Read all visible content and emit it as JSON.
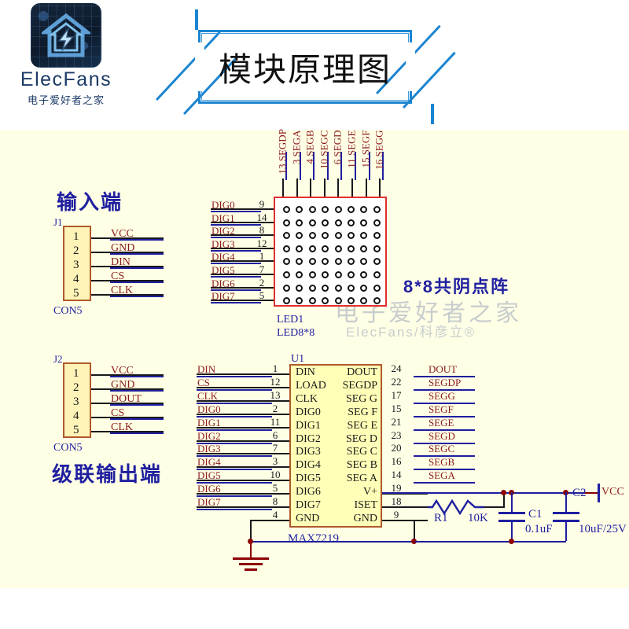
{
  "header": {
    "logo": {
      "icon": "elecfans-house-logo",
      "name": "ElecFans",
      "subtitle": "电子爱好者之家"
    },
    "title": "模块原理图"
  },
  "watermark": {
    "line1": "电子爱好者之家",
    "line2": "ElecFans/科彦立®"
  },
  "connectors": [
    {
      "id": "J1",
      "heading": "输入端",
      "designator": "J1",
      "footprint": "CON5",
      "pins": [
        {
          "num": "1",
          "label": "VCC"
        },
        {
          "num": "2",
          "label": "GND"
        },
        {
          "num": "3",
          "label": "DIN"
        },
        {
          "num": "4",
          "label": "CS"
        },
        {
          "num": "5",
          "label": "CLK"
        }
      ]
    },
    {
      "id": "J2",
      "heading": "级联输出端",
      "designator": "J2",
      "footprint": "CON5",
      "pins": [
        {
          "num": "1",
          "label": "VCC"
        },
        {
          "num": "2",
          "label": "GND"
        },
        {
          "num": "3",
          "label": "DOUT"
        },
        {
          "num": "4",
          "label": "CS"
        },
        {
          "num": "5",
          "label": "CLK"
        }
      ]
    }
  ],
  "led_matrix": {
    "designator": "LED1",
    "part": "LED8*8",
    "caption": "8*8共阴点阵",
    "rows": 8,
    "cols": 8,
    "top_pins": [
      {
        "num": "13",
        "label": "SEGDP"
      },
      {
        "num": "3",
        "label": "SEGA"
      },
      {
        "num": "4",
        "label": "SEGB"
      },
      {
        "num": "10",
        "label": "SEGC"
      },
      {
        "num": "6",
        "label": "SEGD"
      },
      {
        "num": "11",
        "label": "SEGE"
      },
      {
        "num": "15",
        "label": "SEGF"
      },
      {
        "num": "16",
        "label": "SEGG"
      }
    ],
    "left_pins": [
      {
        "label": "DIG0",
        "num": "9"
      },
      {
        "label": "DIG1",
        "num": "14"
      },
      {
        "label": "DIG2",
        "num": "8"
      },
      {
        "label": "DIG3",
        "num": "12"
      },
      {
        "label": "DIG4",
        "num": "1"
      },
      {
        "label": "DIG5",
        "num": "7"
      },
      {
        "label": "DIG6",
        "num": "2"
      },
      {
        "label": "DIG7",
        "num": "5"
      }
    ]
  },
  "ic": {
    "designator": "U1",
    "part": "MAX7219",
    "left_pins": [
      {
        "net": "DIN",
        "num": "1",
        "name": "DIN"
      },
      {
        "net": "CS",
        "num": "12",
        "name": "LOAD"
      },
      {
        "net": "CLK",
        "num": "13",
        "name": "CLK"
      },
      {
        "net": "DIG0",
        "num": "2",
        "name": "DIG0"
      },
      {
        "net": "DIG1",
        "num": "11",
        "name": "DIG1"
      },
      {
        "net": "DIG2",
        "num": "6",
        "name": "DIG2"
      },
      {
        "net": "DIG3",
        "num": "7",
        "name": "DIG3"
      },
      {
        "net": "DIG4",
        "num": "3",
        "name": "DIG4"
      },
      {
        "net": "DIG5",
        "num": "10",
        "name": "DIG5"
      },
      {
        "net": "DIG6",
        "num": "5",
        "name": "DIG6"
      },
      {
        "net": "DIG7",
        "num": "8",
        "name": "DIG7"
      },
      {
        "net": "",
        "num": "4",
        "name": "GND"
      }
    ],
    "right_pins": [
      {
        "name": "DOUT",
        "num": "24",
        "net": "DOUT"
      },
      {
        "name": "SEGDP",
        "num": "22",
        "net": "SEGDP"
      },
      {
        "name": "SEG G",
        "num": "17",
        "net": "SEGG"
      },
      {
        "name": "SEG F",
        "num": "15",
        "net": "SEGF"
      },
      {
        "name": "SEG E",
        "num": "21",
        "net": "SEGE"
      },
      {
        "name": "SEG D",
        "num": "23",
        "net": "SEGD"
      },
      {
        "name": "SEG C",
        "num": "20",
        "net": "SEGC"
      },
      {
        "name": "SEG B",
        "num": "16",
        "net": "SEGB"
      },
      {
        "name": "SEG A",
        "num": "14",
        "net": "SEGA"
      },
      {
        "name": "V+",
        "num": "19",
        "net": ""
      },
      {
        "name": "ISET",
        "num": "18",
        "net": ""
      },
      {
        "name": "GND",
        "num": "9",
        "net": ""
      }
    ]
  },
  "passives": [
    {
      "designator": "R1",
      "value": "10K",
      "type": "resistor"
    },
    {
      "designator": "C1",
      "value": "0.1uF",
      "type": "capacitor"
    },
    {
      "designator": "C2",
      "value": "10uF/25V",
      "type": "capacitor"
    }
  ],
  "power": {
    "vcc_label": "VCC",
    "gnd_symbol": "gnd-icon"
  },
  "colors": {
    "canvas_bg": "#ffffe6",
    "wire": "#1f1fa0",
    "net_label": "#8b1a1a",
    "designator": "#1f1fa0",
    "ic_fill": "#ffffb8",
    "connector_fill": "#fff3b8",
    "part_border": "#b05a2a",
    "matrix_border": "#e03030",
    "junction": "#8b0000",
    "title_frame": "#1b84d0"
  }
}
